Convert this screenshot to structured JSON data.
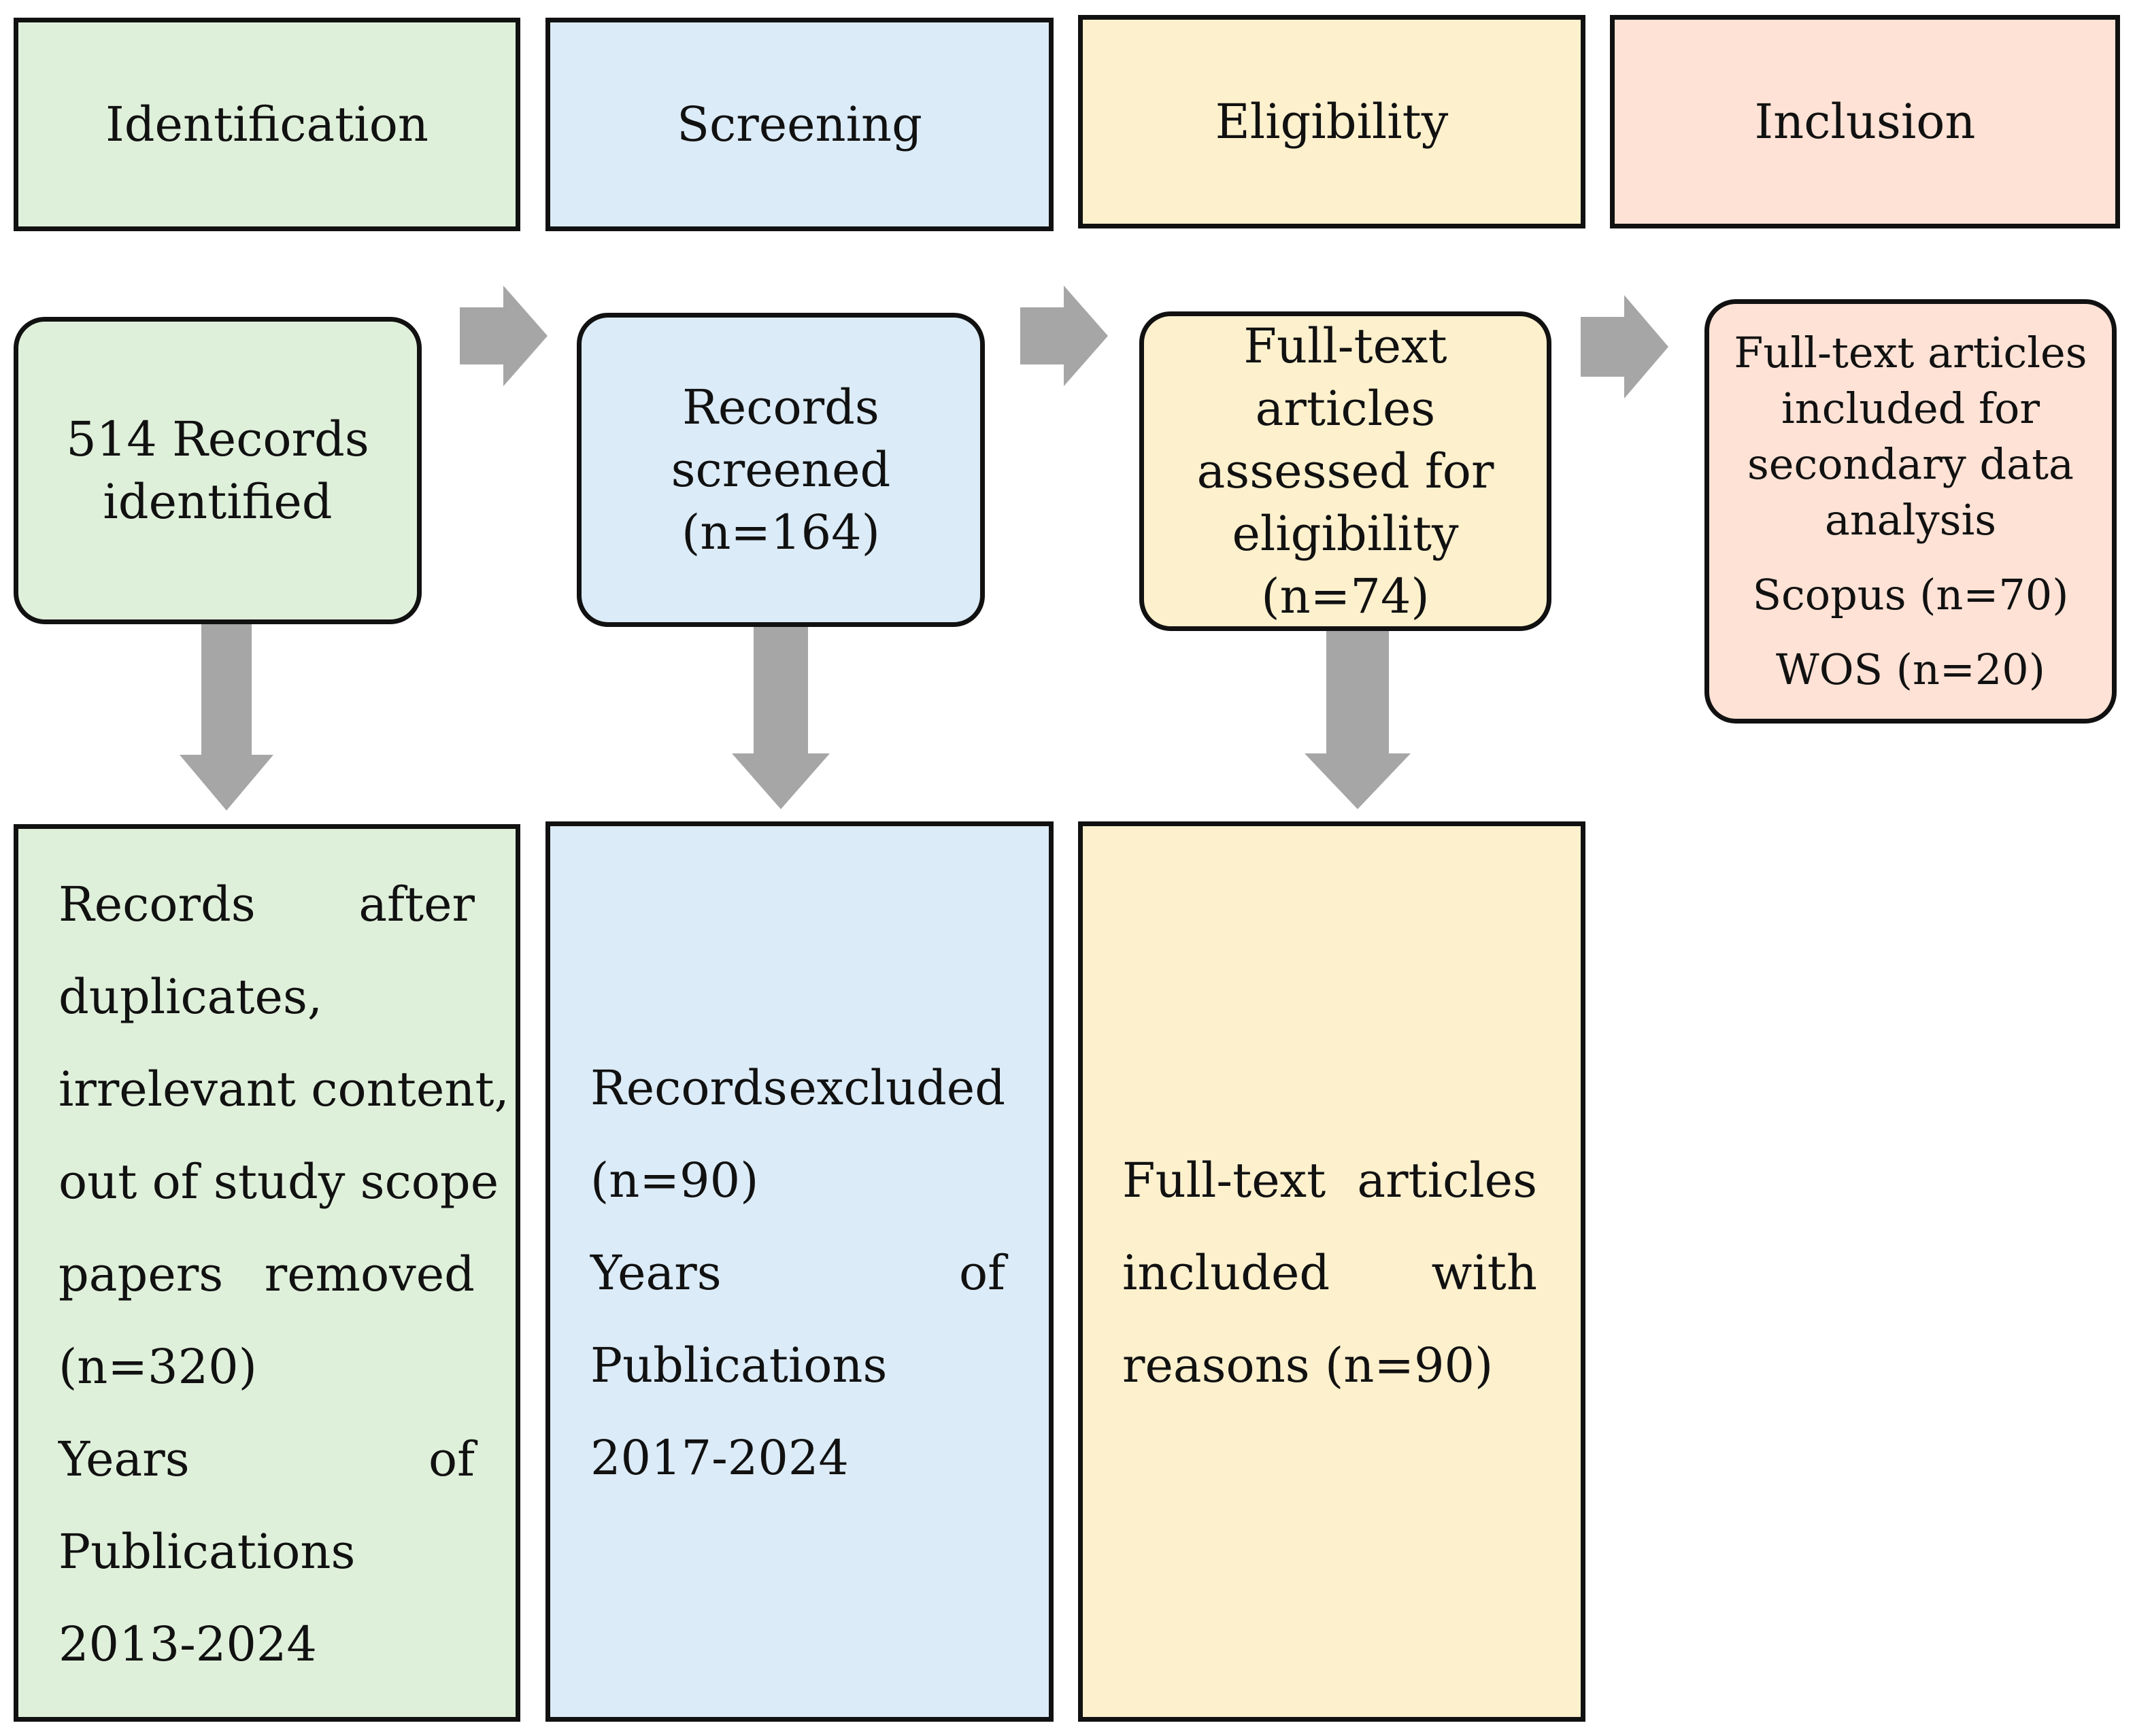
{
  "stages": {
    "identification": "Identification",
    "screening": "Screening",
    "eligibility": "Eligibility",
    "inclusion": "Inclusion"
  },
  "flow": {
    "identified": [
      "514 Records",
      "identified"
    ],
    "screened": [
      "Records",
      "screened",
      "(n=164)"
    ],
    "assessed": [
      "Full-text",
      "articles",
      "assessed for",
      "eligibility",
      "(n=74)"
    ],
    "included": [
      "Full-text articles",
      "included for",
      "secondary data",
      "analysis"
    ],
    "included_scopus": "Scopus (n=70)",
    "included_wos": "WOS (n=20)"
  },
  "excluded": {
    "identification": [
      [
        "Records",
        "after"
      ],
      [
        "duplicates,"
      ],
      [
        "irrelevant content,"
      ],
      [
        "out of study scope"
      ],
      [
        "papers",
        "removed"
      ],
      [
        "(n=320)"
      ],
      [
        "Years",
        "of"
      ],
      [
        "Publications"
      ],
      [
        "2013-2024"
      ]
    ],
    "screening": [
      [
        "Records",
        "excluded"
      ],
      [
        "(n=90)"
      ],
      [
        "Years",
        "of"
      ],
      [
        "Publications"
      ],
      [
        "2017-2024"
      ]
    ],
    "eligibility": [
      [
        "Full-text",
        "articles"
      ],
      [
        "included",
        "with"
      ],
      [
        "reasons (n=90)"
      ]
    ]
  },
  "colors": {
    "identification": "#dff0da",
    "screening": "#dbebf7",
    "eligibility": "#fdf0cd",
    "inclusion": "#fde2d5",
    "arrow": "#a6a6a6"
  }
}
